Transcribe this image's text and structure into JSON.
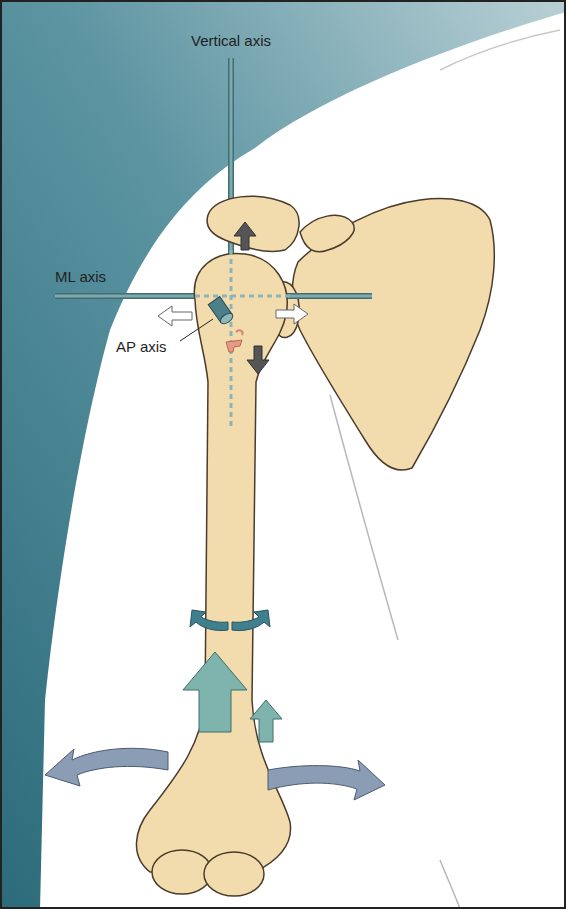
{
  "diagram": {
    "labels": [
      "Vertical axis",
      "ML axis",
      "AP axis"
    ]
  }
}
